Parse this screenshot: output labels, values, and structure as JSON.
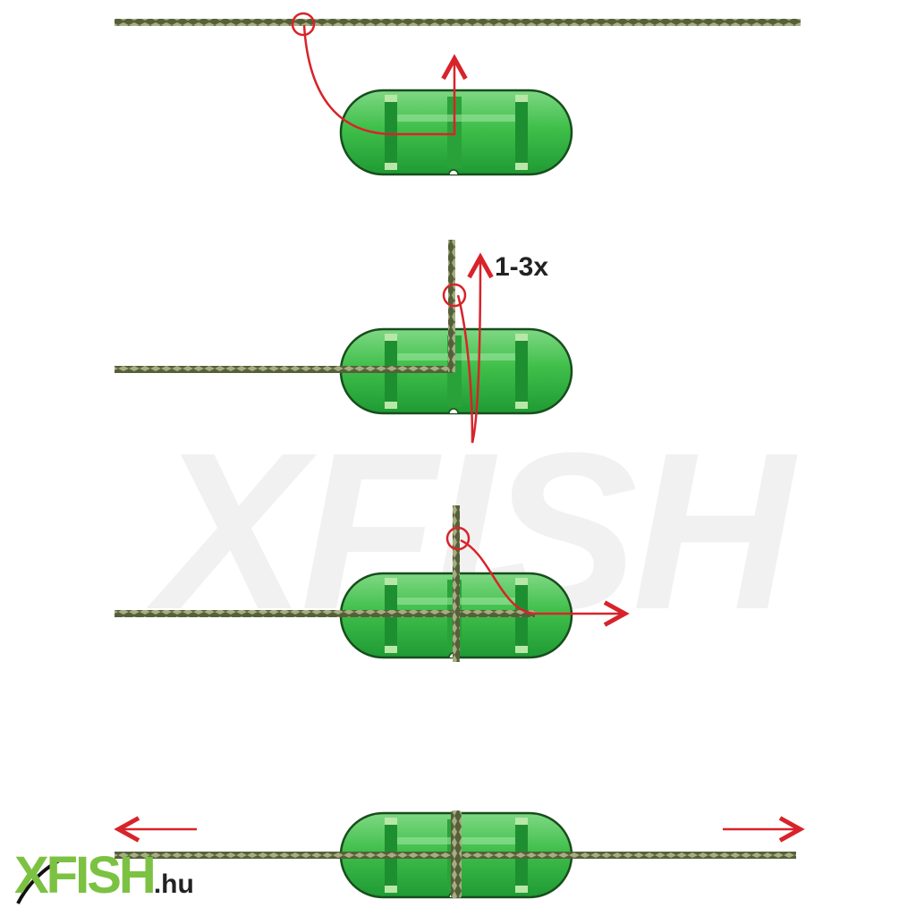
{
  "diagram": {
    "title_watermark": "XFISH",
    "wrap_count_label": "1-3x",
    "logo": {
      "main": "XFISH",
      "suffix": ".hu"
    },
    "steps": 4,
    "colors": {
      "bead": "#3fbf4a",
      "bead_dark": "#1e8f30",
      "line": "#5c6a3a",
      "arrow": "#d8232a"
    }
  }
}
